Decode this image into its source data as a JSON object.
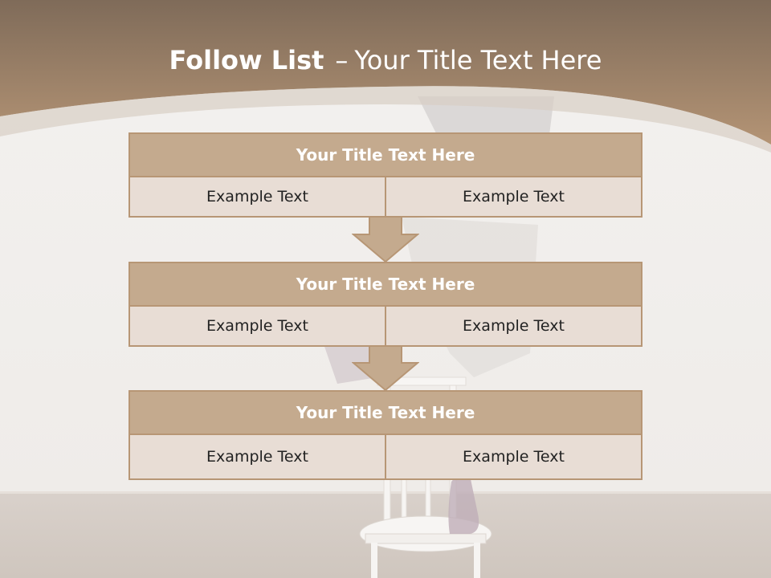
{
  "slide": {
    "title_bold": "Follow List",
    "title_dash": "–",
    "title_rest": "Your Title Text Here"
  },
  "steps": [
    {
      "title": "Your Title Text Here",
      "left": "Example Text",
      "right": "Example Text"
    },
    {
      "title": "Your Title Text Here",
      "left": "Example Text",
      "right": "Example Text"
    },
    {
      "title": "Your Title Text Here",
      "left": "Example Text",
      "right": "Example Text"
    }
  ],
  "colors": {
    "header_top": "#7f6b59",
    "header_bottom": "#b49475",
    "box_title_fill": "#c4aa8e",
    "box_cell_fill": "#e8ddd5",
    "box_border": "#b79675",
    "arrow_fill": "#c4aa8e"
  },
  "icons": [
    "down-arrow-icon"
  ]
}
